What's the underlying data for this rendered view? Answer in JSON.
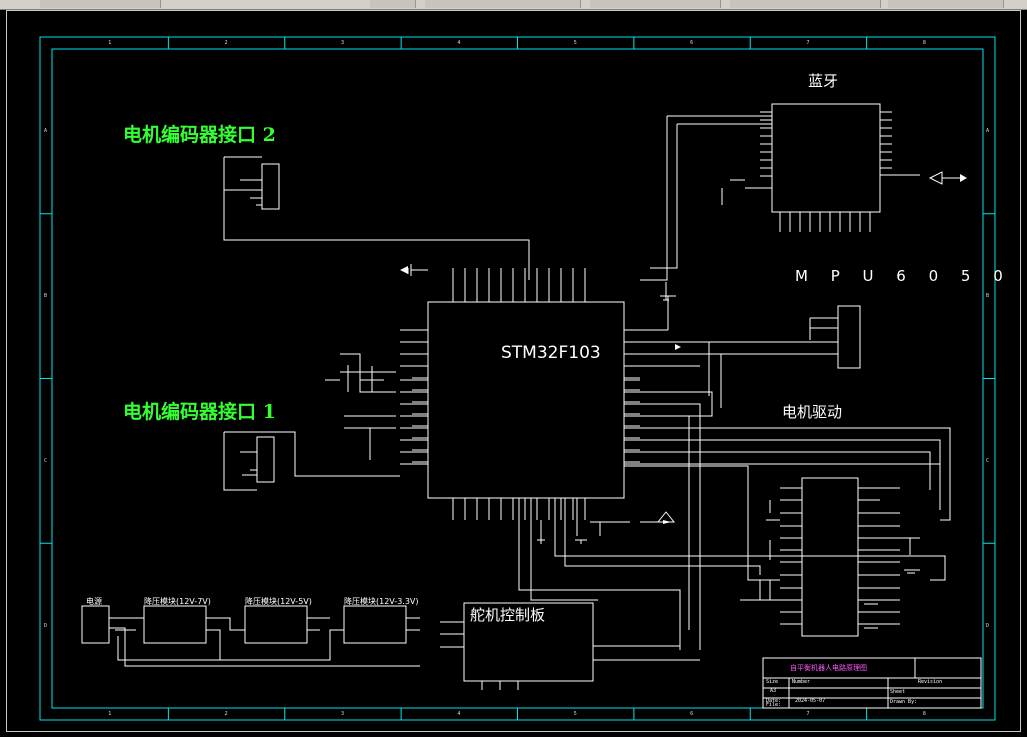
{
  "labels": {
    "encoder2": "电机编码器接口 2",
    "encoder1": "电机编码器接口 1",
    "bluetooth": "蓝牙",
    "mpu": "M P U 6 0 5 0",
    "mcu": "STM32F103",
    "motor_driver": "电机驱动",
    "servo_board": "舵机控制板",
    "power": "电源",
    "reg1": "降压模块(12V-7V)",
    "reg2": "降压模块(12V-5V)",
    "reg3": "降压模块(12V-3.3V)",
    "title_block": "自平衡机器人电路原理图"
  },
  "title_block": {
    "size_label": "Size",
    "size_value": "A3",
    "number_label": "Number",
    "revision_label": "Revision",
    "date_label": "Date:",
    "date_value": "2024-05-07",
    "file_label": "File:",
    "sheet_label": "Sheet",
    "drawn_label": "Drawn By:"
  },
  "border": {
    "col_numbers": [
      "1",
      "2",
      "3",
      "4",
      "5",
      "6",
      "7",
      "8"
    ],
    "row_letters": [
      "A",
      "B",
      "C",
      "D"
    ]
  },
  "colors": {
    "wire": "#ffffff",
    "border": "#00e5ee",
    "heading": "#33ff33",
    "title": "#ff55ff"
  }
}
